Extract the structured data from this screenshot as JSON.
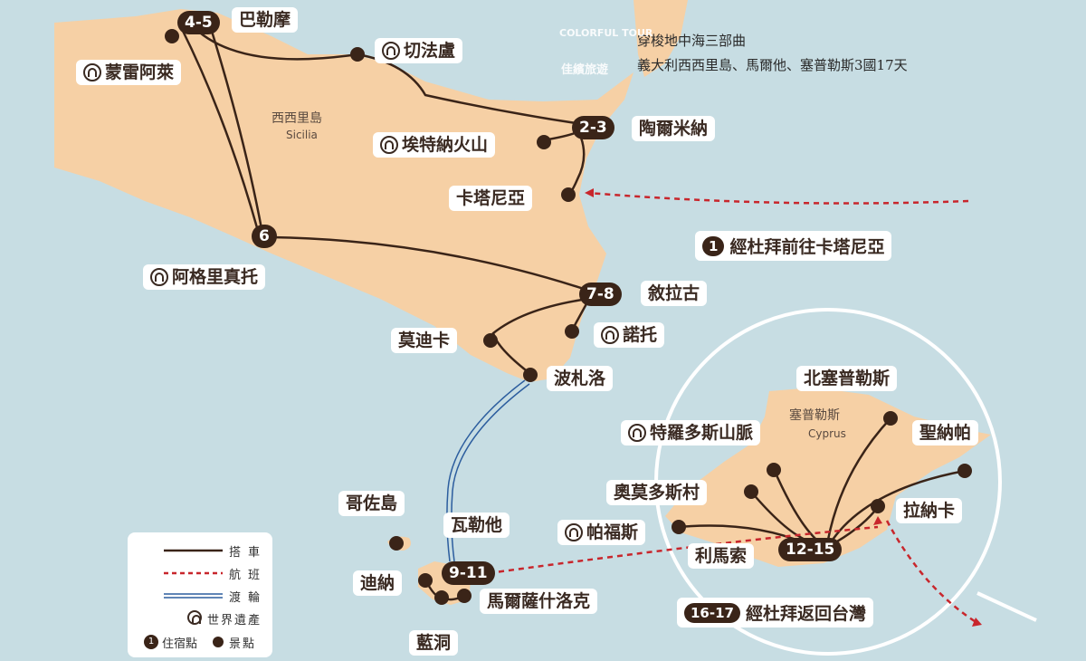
{
  "title": {
    "line1": "穿梭地中海三部曲",
    "line2": "義大利西西里島、馬爾他、塞普勒斯3國17天"
  },
  "brand": {
    "logo_text": "COLORFUL TOUR",
    "name": "佳繽旅遊"
  },
  "colors": {
    "sea": "#c7dde3",
    "land": "#f6d0a5",
    "route": "#3a2418",
    "flight": "#c8262c",
    "ferry": "#2c5d9e"
  },
  "regions": {
    "sicily": {
      "zh": "西西里島",
      "en": "Sicilia"
    },
    "cyprus": {
      "zh": "塞普勒斯",
      "en": "Cyprus"
    }
  },
  "places": {
    "palermo": "巴勒摩",
    "monreale": "蒙雷阿萊",
    "cefalu": "切法盧",
    "taormina": "陶爾米納",
    "etna": "埃特納火山",
    "catania": "卡塔尼亞",
    "agrigento": "阿格里真托",
    "siracusa": "敘拉古",
    "noto": "諾托",
    "modica": "莫迪卡",
    "pozzallo": "波札洛",
    "gozo": "哥佐島",
    "valletta": "瓦勒他",
    "mdina": "迪納",
    "blue_grotto": "藍洞",
    "marsaxlokk": "馬爾薩什洛克",
    "kyrenia": "北塞普勒斯",
    "troodos": "特羅多斯山脈",
    "omodos": "奧莫多斯村",
    "paphos": "帕福斯",
    "limassol": "利馬索",
    "nicosia": "聖納帕",
    "larnaca": "拉納卡"
  },
  "stays": {
    "palermo": "4-5",
    "taormina": "2-3",
    "agrigento": "6",
    "siracusa": "7-8",
    "valletta": "9-11",
    "limassol": "12-15"
  },
  "flight_info": {
    "outbound_num": "1",
    "outbound_text": "經杜拜前往卡塔尼亞",
    "return_num": "16-17",
    "return_text": "經杜拜返回台灣"
  },
  "legend": {
    "drive": "搭車",
    "flight": "航班",
    "ferry": "渡輪",
    "heritage": "世界遺產",
    "stay": "住宿點",
    "spot": "景點",
    "stay_marker": "1"
  }
}
